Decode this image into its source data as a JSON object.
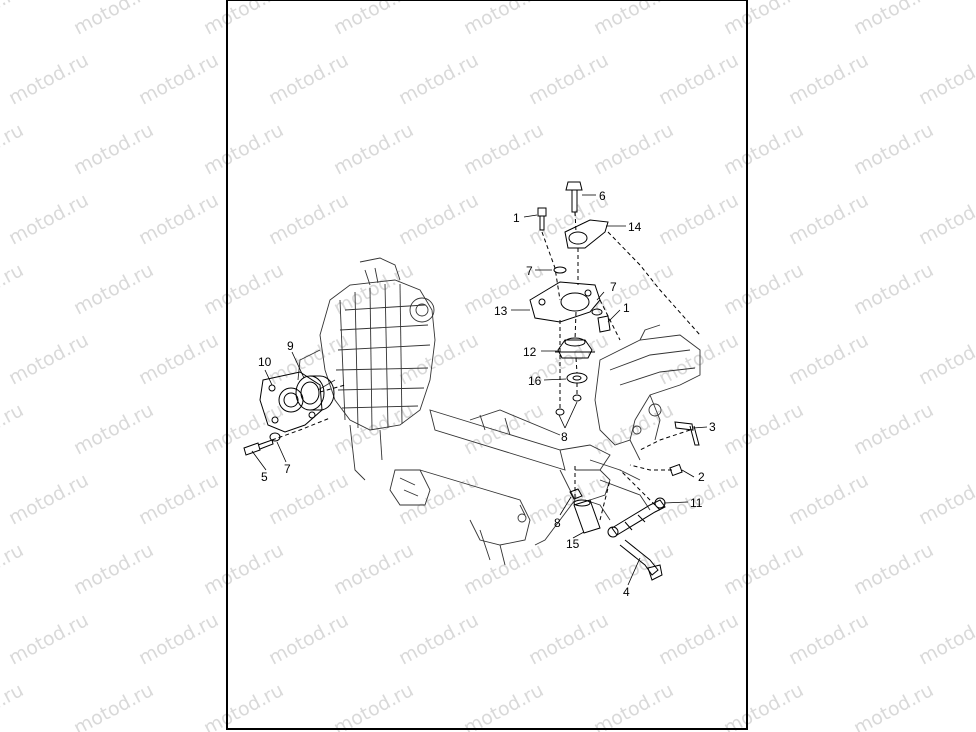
{
  "watermark": {
    "text": "motod.ru",
    "color": "#d9d9d9"
  },
  "callouts": [
    {
      "id": "c1a",
      "label": "1"
    },
    {
      "id": "c6",
      "label": "6"
    },
    {
      "id": "c14",
      "label": "14"
    },
    {
      "id": "c7a",
      "label": "7"
    },
    {
      "id": "c7b",
      "label": "7"
    },
    {
      "id": "c13",
      "label": "13"
    },
    {
      "id": "c1b",
      "label": "1"
    },
    {
      "id": "c12",
      "label": "12"
    },
    {
      "id": "c16",
      "label": "16"
    },
    {
      "id": "c8a",
      "label": "8"
    },
    {
      "id": "c3",
      "label": "3"
    },
    {
      "id": "c2",
      "label": "2"
    },
    {
      "id": "c11",
      "label": "11"
    },
    {
      "id": "c8b",
      "label": "8"
    },
    {
      "id": "c15",
      "label": "15"
    },
    {
      "id": "c4",
      "label": "4"
    },
    {
      "id": "c10",
      "label": "10"
    },
    {
      "id": "c9",
      "label": "9"
    },
    {
      "id": "c5",
      "label": "5"
    },
    {
      "id": "c7c",
      "label": "7"
    }
  ]
}
